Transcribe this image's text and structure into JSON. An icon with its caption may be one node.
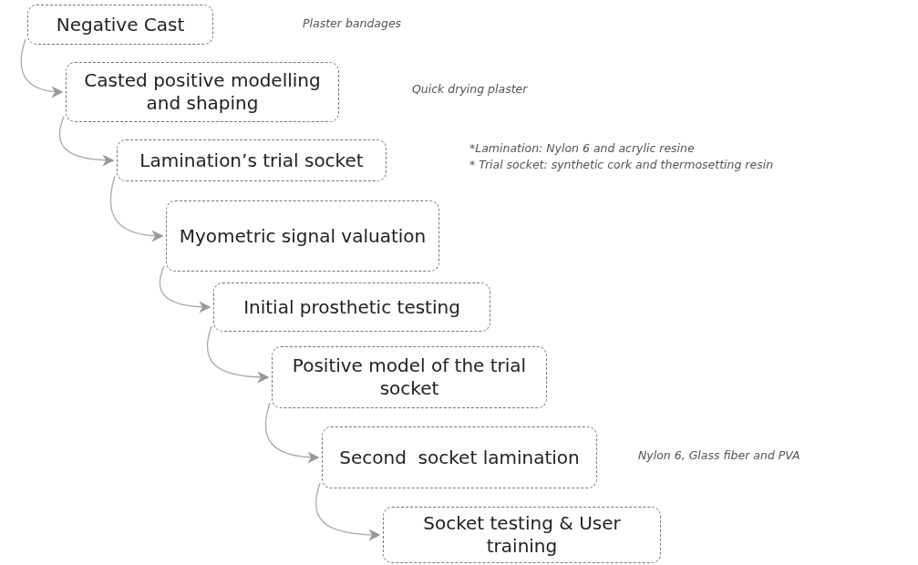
{
  "diagram": {
    "nodes": [
      {
        "text": [
          "Negative Cast"
        ]
      },
      {
        "text": [
          "Casted positive modelling and shaping"
        ]
      },
      {
        "text": [
          "Lamination’s trial socket"
        ],
        "beside": [
          "*Lamination: Nylon 6 and acrylic resine",
          "* Trial socket: synthetic cork and thermosetting resin"
        ]
      },
      {
        "text": [
          "Myometric signal valuation"
        ]
      },
      {
        "text": [
          "Initial prosthetic testing"
        ]
      },
      {
        "text": [
          "Positive model of the trial socket"
        ]
      },
      {
        "text": [
          "Second  socket lamination"
        ],
        "beside": [
          "Nylon 6, Glass fiber and PVA"
        ]
      },
      {
        "text": [
          "Socket testing & User training"
        ]
      }
    ],
    "edges": [
      {
        "from": 0,
        "to": 1,
        "arrow": "to"
      },
      {
        "from": 1,
        "to": 2,
        "arrow": "to"
      },
      {
        "from": 2,
        "to": 3,
        "arrow": "to"
      },
      {
        "from": 3,
        "to": 4,
        "arrow": "to"
      },
      {
        "from": 4,
        "to": 5,
        "arrow": "to"
      },
      {
        "from": 5,
        "to": 6,
        "arrow": "to"
      },
      {
        "from": 6,
        "to": 7,
        "arrow": "to"
      }
    ],
    "labels": [
      "Plaster bandages",
      "Quick drying plaster"
    ]
  }
}
